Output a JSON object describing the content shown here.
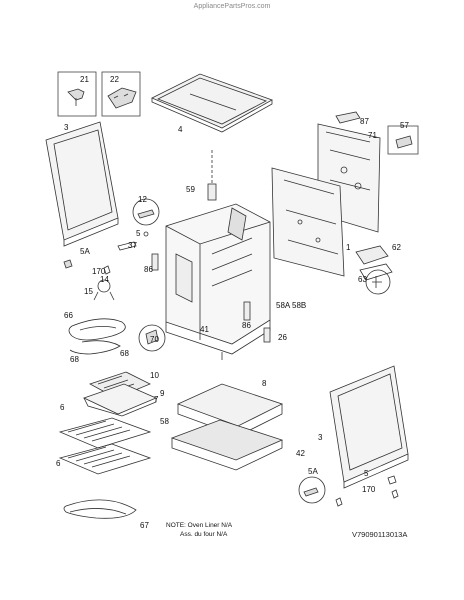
{
  "header": {
    "site": "AppliancePartsPros.com"
  },
  "parts": [
    {
      "id": "p21",
      "label": "21"
    },
    {
      "id": "p22",
      "label": "22"
    },
    {
      "id": "p4",
      "label": "4"
    },
    {
      "id": "p3a",
      "label": "3"
    },
    {
      "id": "p87",
      "label": "87"
    },
    {
      "id": "p57",
      "label": "57"
    },
    {
      "id": "p71",
      "label": "71"
    },
    {
      "id": "p59",
      "label": "59"
    },
    {
      "id": "p1",
      "label": "1"
    },
    {
      "id": "p12",
      "label": "12"
    },
    {
      "id": "p5a",
      "label": "5"
    },
    {
      "id": "p37",
      "label": "37"
    },
    {
      "id": "p5A_a",
      "label": "5A"
    },
    {
      "id": "p86a",
      "label": "86"
    },
    {
      "id": "p62",
      "label": "62"
    },
    {
      "id": "p170a",
      "label": "170"
    },
    {
      "id": "p14",
      "label": "14"
    },
    {
      "id": "p15",
      "label": "15"
    },
    {
      "id": "p63",
      "label": "63"
    },
    {
      "id": "p58A",
      "label": "58A"
    },
    {
      "id": "p58B",
      "label": "58B"
    },
    {
      "id": "p66",
      "label": "66"
    },
    {
      "id": "p41",
      "label": "41"
    },
    {
      "id": "p86b",
      "label": "86"
    },
    {
      "id": "p26",
      "label": "26"
    },
    {
      "id": "p70",
      "label": "70"
    },
    {
      "id": "p68a",
      "label": "68"
    },
    {
      "id": "p68b",
      "label": "68"
    },
    {
      "id": "p10",
      "label": "10"
    },
    {
      "id": "p9",
      "label": "9"
    },
    {
      "id": "p8",
      "label": "8"
    },
    {
      "id": "p7",
      "label": "7"
    },
    {
      "id": "p6a",
      "label": "6"
    },
    {
      "id": "p58",
      "label": "58"
    },
    {
      "id": "p3b",
      "label": "3"
    },
    {
      "id": "p6b",
      "label": "6"
    },
    {
      "id": "p42",
      "label": "42"
    },
    {
      "id": "p5A_b",
      "label": "5A"
    },
    {
      "id": "p5b",
      "label": "5"
    },
    {
      "id": "p170b",
      "label": "170"
    },
    {
      "id": "p67",
      "label": "67"
    }
  ],
  "note": {
    "line1": "NOTE: Oven Liner N/A",
    "line2": "Ass. du four N/A"
  },
  "diagram_code": "V79090113013A"
}
